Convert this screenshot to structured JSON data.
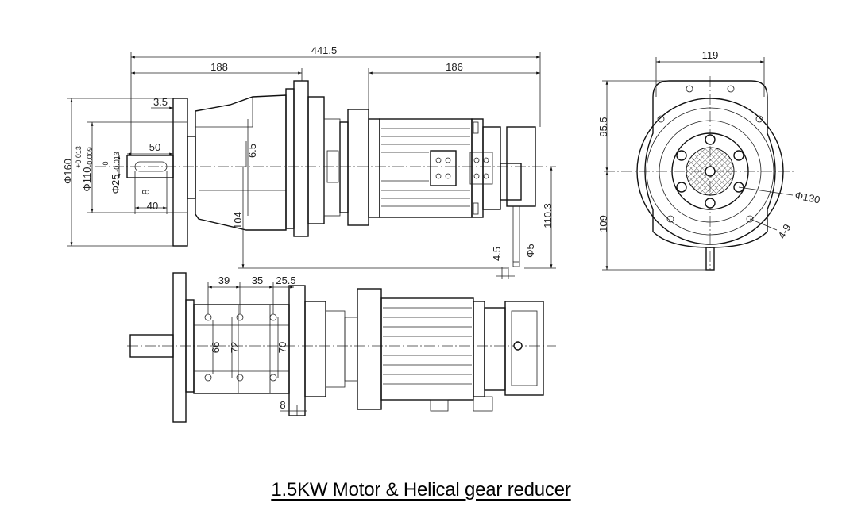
{
  "caption": "1.5KW Motor & Helical gear reducer",
  "dims": {
    "overall_length": "441.5",
    "reducer_length": "188",
    "motor_length": "186",
    "flange_thickness": "3.5",
    "shaft_length": "50",
    "key_length": "40",
    "key_width": "8",
    "flange_dia": "Φ160",
    "pilot_dia": "Φ110",
    "pilot_tol_upper": "+0.013",
    "pilot_tol_lower": "-0.009",
    "shaft_dia": "Φ25",
    "shaft_tol_upper": "0",
    "shaft_tol_lower": "-0.013",
    "shaft_offset": "6.5",
    "center_height": "104",
    "motor_height": "110.3",
    "cable_gap": "4.5",
    "cable_dia": "Φ5",
    "end_width": "119",
    "end_upper": "95.5",
    "end_lower": "109",
    "bolt_circle": "Φ130",
    "hole_size": "4-9",
    "pitch_1": "39",
    "pitch_2": "35",
    "pitch_3": "25.5",
    "height_66": "66",
    "height_72": "72",
    "height_70": "70",
    "base_8": "8"
  }
}
